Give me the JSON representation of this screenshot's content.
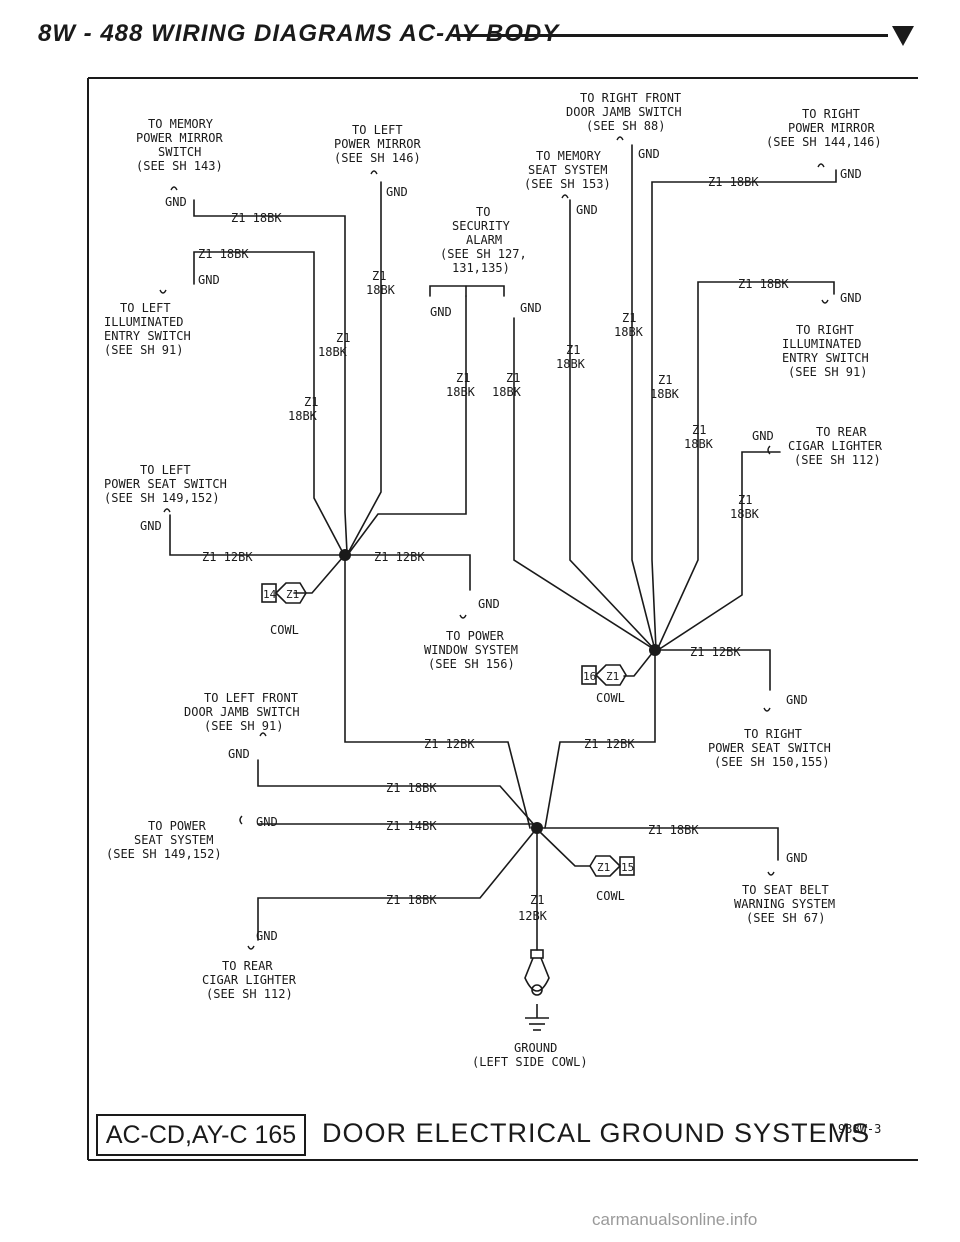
{
  "header": {
    "title": "8W - 488   WIRING DIAGRAMS AC-AY BODY"
  },
  "labels": {
    "memory_mirror": [
      "TO MEMORY",
      "POWER MIRROR",
      "SWITCH",
      "(SEE SH 143)"
    ],
    "left_mirror": [
      "TO LEFT",
      "POWER MIRROR",
      "(SEE SH 146)"
    ],
    "right_front_jamb": [
      "TO RIGHT FRONT",
      "DOOR JAMB SWITCH",
      "(SEE SH 88)"
    ],
    "right_mirror": [
      "TO RIGHT",
      "POWER MIRROR",
      "(SEE SH 144,146)"
    ],
    "memory_seat": [
      "TO MEMORY",
      "SEAT SYSTEM",
      "(SEE SH 153)"
    ],
    "security_alarm": [
      "TO",
      "SECURITY",
      "ALARM",
      "(SEE SH 127,",
      "131,135)"
    ],
    "left_illum": [
      "TO LEFT",
      "ILLUMINATED",
      "ENTRY SWITCH",
      "(SEE SH 91)"
    ],
    "right_illum": [
      "TO RIGHT",
      "ILLUMINATED",
      "ENTRY SWITCH",
      "(SEE SH 91)"
    ],
    "rear_cigar_right": [
      "TO REAR",
      "CIGAR LIGHTER",
      "(SEE SH 112)"
    ],
    "left_power_seat": [
      "TO LEFT",
      "POWER SEAT SWITCH",
      "(SEE SH 149,152)"
    ],
    "power_window": [
      "TO POWER",
      "WINDOW SYSTEM",
      "(SEE SH 156)"
    ],
    "left_front_jamb": [
      "TO LEFT FRONT",
      "DOOR JAMB SWITCH",
      "(SEE SH 91)"
    ],
    "right_power_seat": [
      "TO RIGHT",
      "POWER SEAT SWITCH",
      "(SEE SH 150,155)"
    ],
    "power_seat": [
      "TO POWER",
      "SEAT SYSTEM",
      "(SEE SH 149,152)"
    ],
    "seat_belt": [
      "TO SEAT BELT",
      "WARNING SYSTEM",
      "(SEE SH 67)"
    ],
    "rear_cigar_bottom": [
      "TO REAR",
      "CIGAR LIGHTER",
      "(SEE SH 112)"
    ],
    "ground": [
      "GROUND",
      "(LEFT SIDE COWL)"
    ]
  },
  "terms": {
    "gnd": "GND",
    "z1": "Z1",
    "w18": "18BK",
    "w12": "12BK",
    "w14": "14BK",
    "z1_18bk": "Z1 18BK",
    "z1_12bk": "Z1 12BK",
    "z1_14bk": "Z1 14BK",
    "cowl": "COWL"
  },
  "connectors": {
    "c14": "14",
    "c16": "16",
    "c15": "15"
  },
  "footer": {
    "code": "AC-CD,AY-C 165",
    "title": "DOOR ELECTRICAL GROUND SYSTEMS",
    "id": "938W-3"
  },
  "watermark": "carmanualsonline.info"
}
